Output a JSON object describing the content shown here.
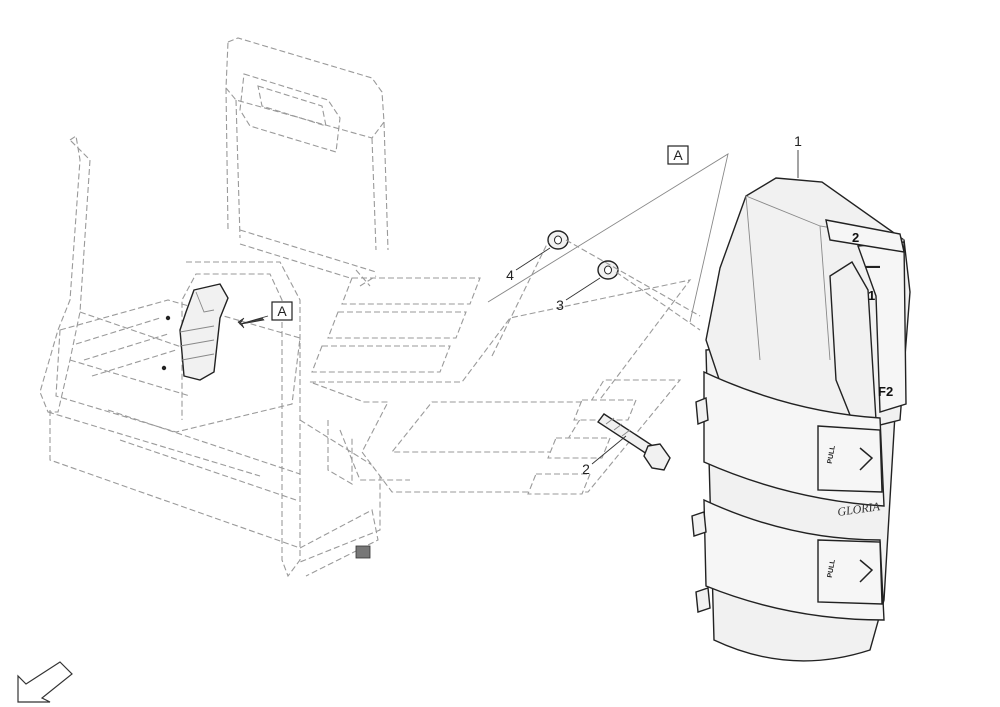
{
  "callouts": {
    "item1": "1",
    "item2": "2",
    "item3": "3",
    "item4": "4",
    "view_ref_main": "A",
    "view_ref_detail": "A"
  },
  "extinguisher": {
    "cap_top_label": "2",
    "cap_mid_label": "1",
    "cap_bottom_label": "F2",
    "strap_upper_label": "PULL",
    "strap_lower_label": "PULL",
    "brand": "GLORIA"
  },
  "icons": {
    "orientation_arrow": "arrow-down-left-icon",
    "view_arrow": "arrow-left-icon"
  }
}
